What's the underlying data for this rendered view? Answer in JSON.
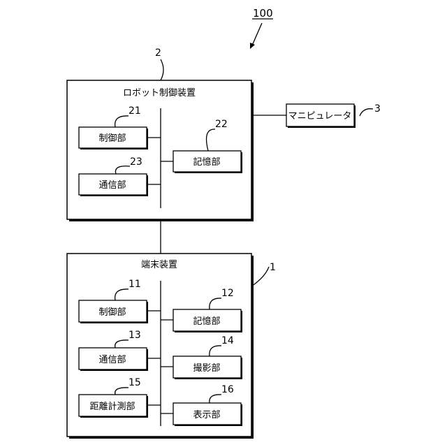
{
  "figure_ref": "100",
  "robot_controller": {
    "ref": "2",
    "title": "ロボット制御装置",
    "control": {
      "ref": "21",
      "label": "制御部"
    },
    "storage": {
      "ref": "22",
      "label": "記憶部"
    },
    "comm": {
      "ref": "23",
      "label": "通信部"
    }
  },
  "manipulator": {
    "ref": "3",
    "label": "マニピュレータ"
  },
  "terminal": {
    "ref": "1",
    "title": "端末装置",
    "control": {
      "ref": "11",
      "label": "制御部"
    },
    "storage": {
      "ref": "12",
      "label": "記憶部"
    },
    "comm": {
      "ref": "13",
      "label": "通信部"
    },
    "camera": {
      "ref": "14",
      "label": "撮影部"
    },
    "distance": {
      "ref": "15",
      "label": "距離計測部"
    },
    "display": {
      "ref": "16",
      "label": "表示部"
    }
  }
}
